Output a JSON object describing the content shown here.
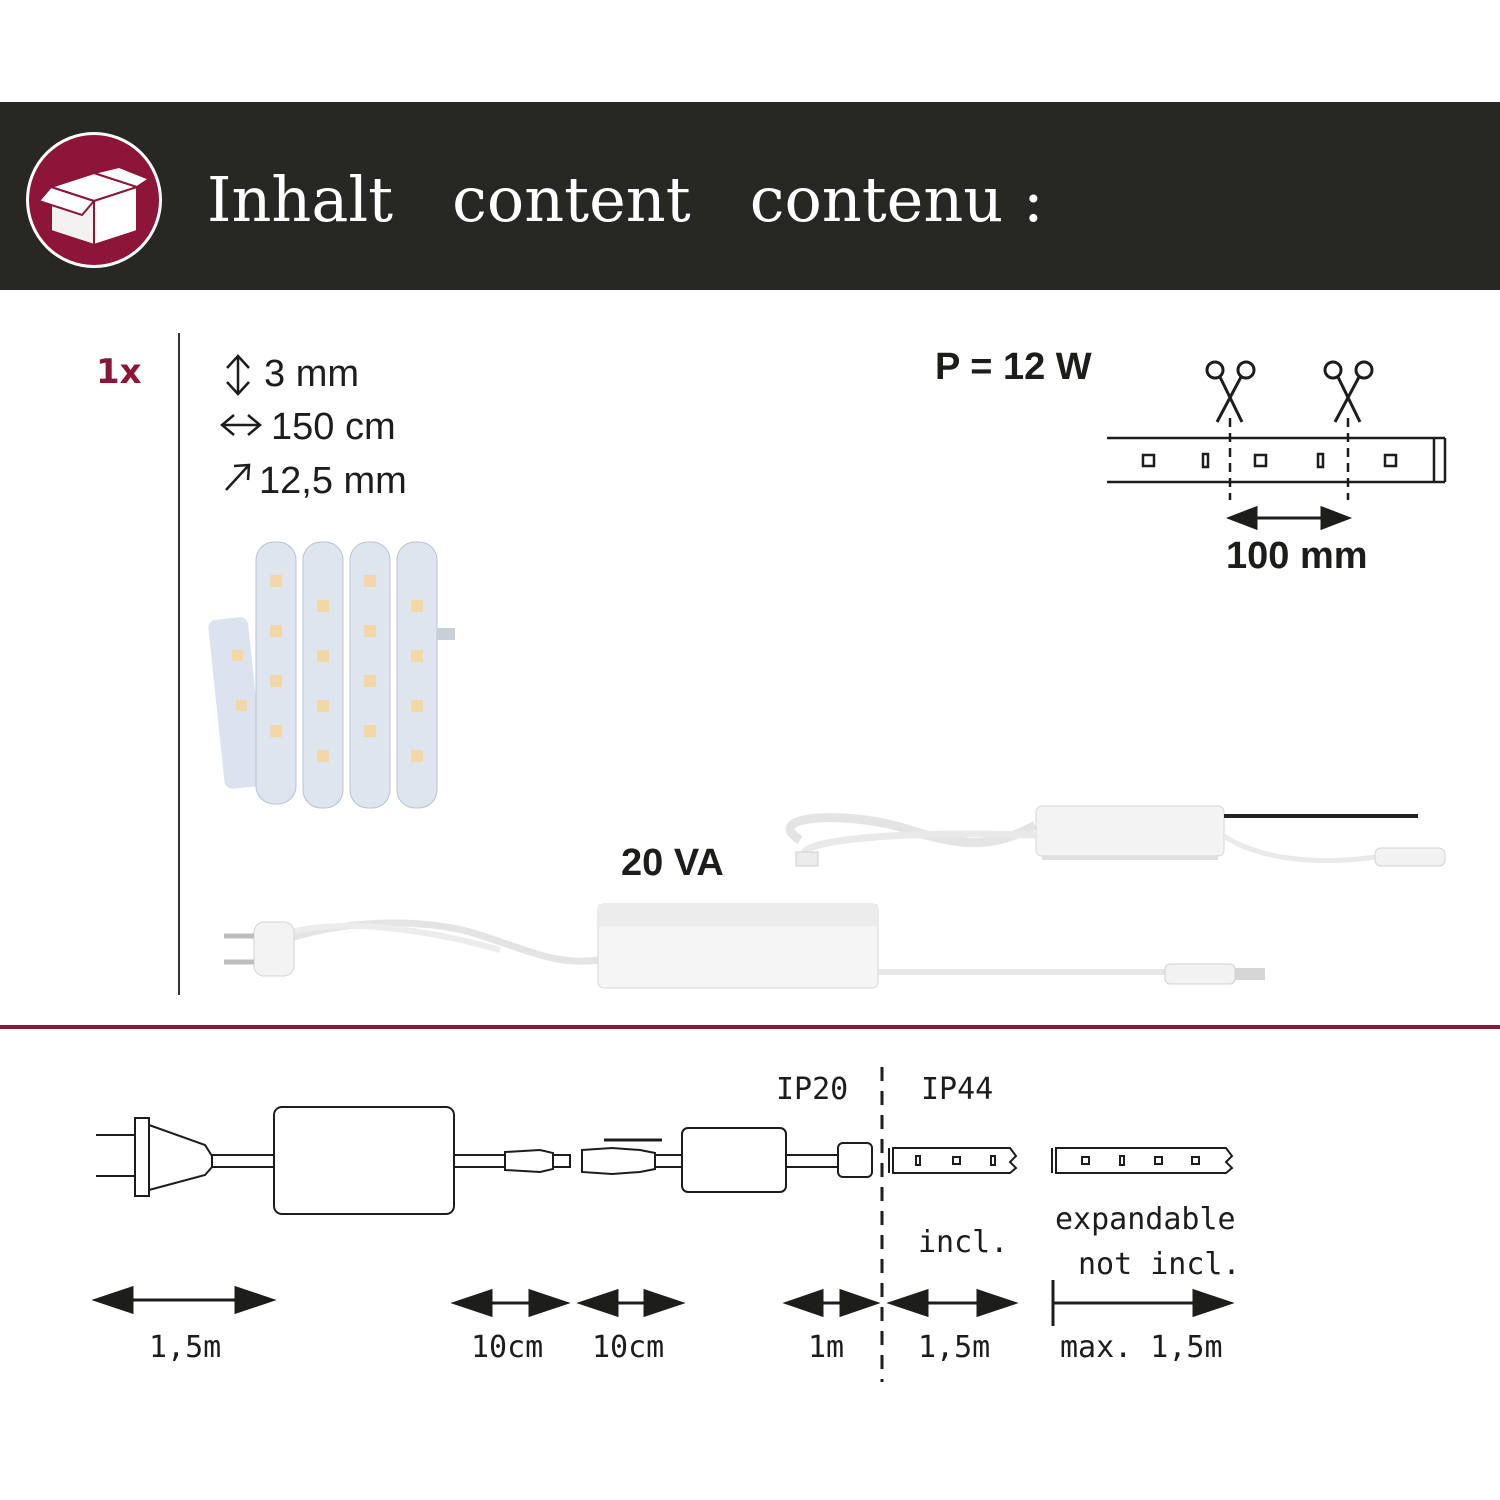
{
  "header": {
    "title": "Inhalt   content   contenu :",
    "icon": "box-icon",
    "accent_color": "#8c1538",
    "bar_color": "#272724"
  },
  "package": {
    "quantity": "1x",
    "dimensions": {
      "height": "3 mm",
      "length": "150 cm",
      "width": "12,5 mm"
    },
    "power": "P = 12 W",
    "cut_interval": "100 mm",
    "driver_rating": "20 VA"
  },
  "diagram": {
    "zone_left": "IP20",
    "zone_right": "IP44",
    "included": "incl.",
    "expandable": "expandable",
    "not_included": "not incl.",
    "lengths": [
      "1,5m",
      "10cm",
      "10cm",
      "1m",
      "1,5m",
      "max. 1,5m"
    ]
  }
}
